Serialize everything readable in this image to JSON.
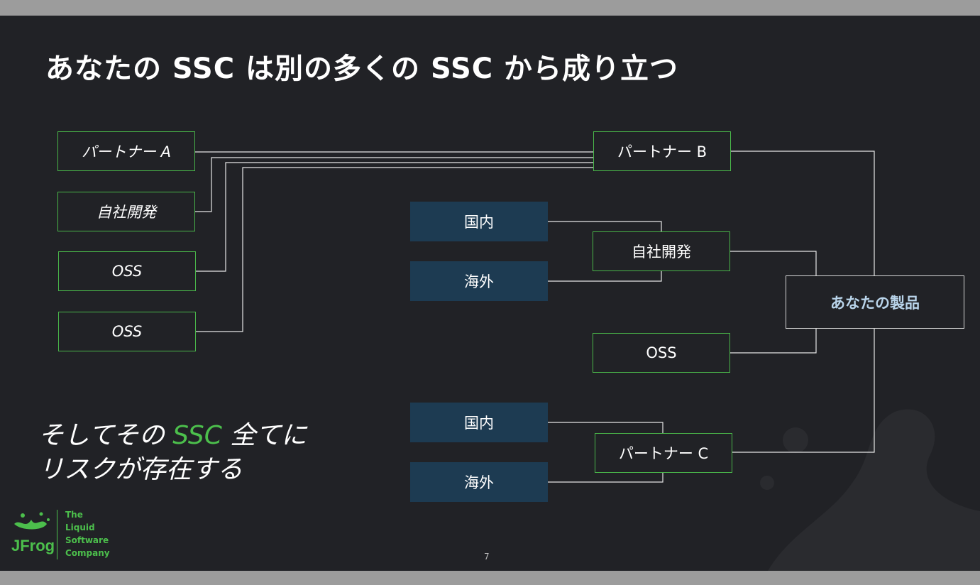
{
  "title": "あなたの SSC は別の多くの SSC から成り立つ",
  "left_sources": [
    "パートナー A",
    "自社開発",
    "OSS",
    "OSS"
  ],
  "partner_b": "パートナー B",
  "group_inhouse": {
    "sub1": "国内",
    "sub2": "海外",
    "label": "自社開発"
  },
  "oss": "OSS",
  "group_partner_c": {
    "sub1": "国内",
    "sub2": "海外",
    "label": "パートナー C"
  },
  "product": "あなたの製品",
  "risk": {
    "line1_pre": "そしてその ",
    "line1_accent": "SSC",
    "line1_post": " 全てに",
    "line2": "リスクが存在する"
  },
  "logo": {
    "brand": "JFrog",
    "tagline": [
      "The",
      "Liquid",
      "Software",
      "Company"
    ]
  },
  "page_number": "7",
  "colors": {
    "background": "#212226",
    "green": "#49b549",
    "box_blue": "#1d3b52",
    "product_text": "#b9d4ea"
  }
}
